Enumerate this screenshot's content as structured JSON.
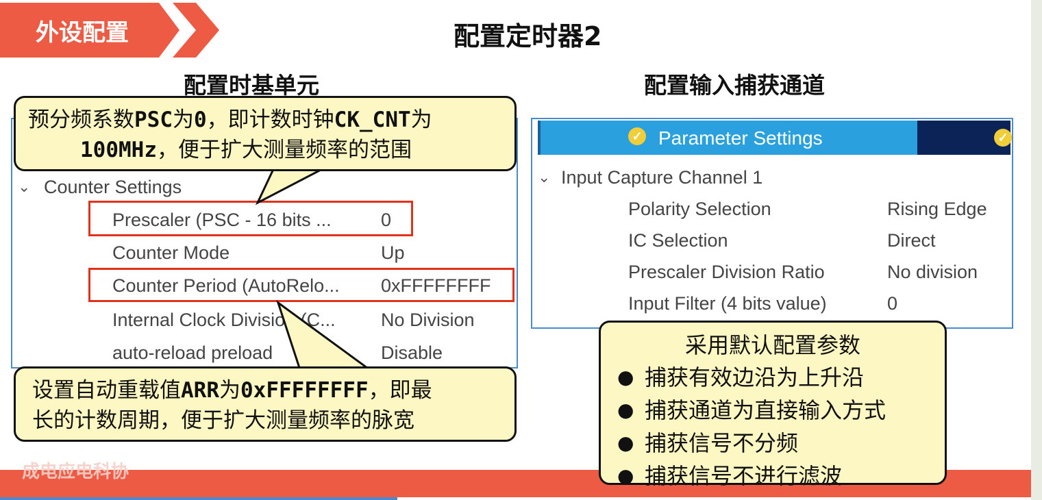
{
  "header": {
    "tag_label": "外设配置",
    "title": "配置定时器2"
  },
  "left": {
    "subtitle": "配置时基单元",
    "group_label": "Counter Settings",
    "rows": [
      {
        "name": "Prescaler (PSC - 16 bits ...",
        "value": "0"
      },
      {
        "name": "Counter Mode",
        "value": "Up"
      },
      {
        "name": "Counter Period (AutoRelo...",
        "value": "0xFFFFFFFF"
      },
      {
        "name": "Internal Clock Division (C...",
        "value": "No Division"
      },
      {
        "name": "auto-reload preload",
        "value": "Disable"
      }
    ],
    "callout_top": {
      "l1_a": "预分频系数",
      "l1_b": "PSC",
      "l1_c": "为",
      "l1_d": "0",
      "l1_e": "，即计数时钟",
      "l1_f": "CK_CNT",
      "l1_g": "为",
      "l2_a": "100MHz",
      "l2_b": "，便于扩大测量频率的范围"
    },
    "callout_bottom": {
      "l1_a": "设置自动重载值",
      "l1_b": "ARR",
      "l1_c": "为",
      "l1_d": "0xFFFFFFFF",
      "l1_e": "，即最",
      "l2": "长的计数周期，便于扩大测量频率的脉宽"
    }
  },
  "right": {
    "subtitle": "配置输入捕获通道",
    "tab_label": "Parameter Settings",
    "group_label": "Input Capture Channel 1",
    "rows": [
      {
        "name": "Polarity Selection",
        "value": "Rising Edge"
      },
      {
        "name": "IC Selection",
        "value": "Direct"
      },
      {
        "name": "Prescaler Division Ratio",
        "value": "No division"
      },
      {
        "name": "Input Filter (4 bits value)",
        "value": "0"
      }
    ],
    "callout": {
      "title": "采用默认配置参数",
      "bullets": [
        "捕获有效边沿为上升沿",
        "捕获通道为直接输入方式",
        "捕获信号不分频",
        "捕获信号不进行滤波"
      ]
    }
  },
  "watermark": "成电应电科协",
  "colors": {
    "accent": "#ee5b45",
    "panel_border": "#4a8ad0",
    "callout_bg": "#fdf7c3",
    "highlight": "#e0311c",
    "tab_blue": "#2aa0df"
  }
}
